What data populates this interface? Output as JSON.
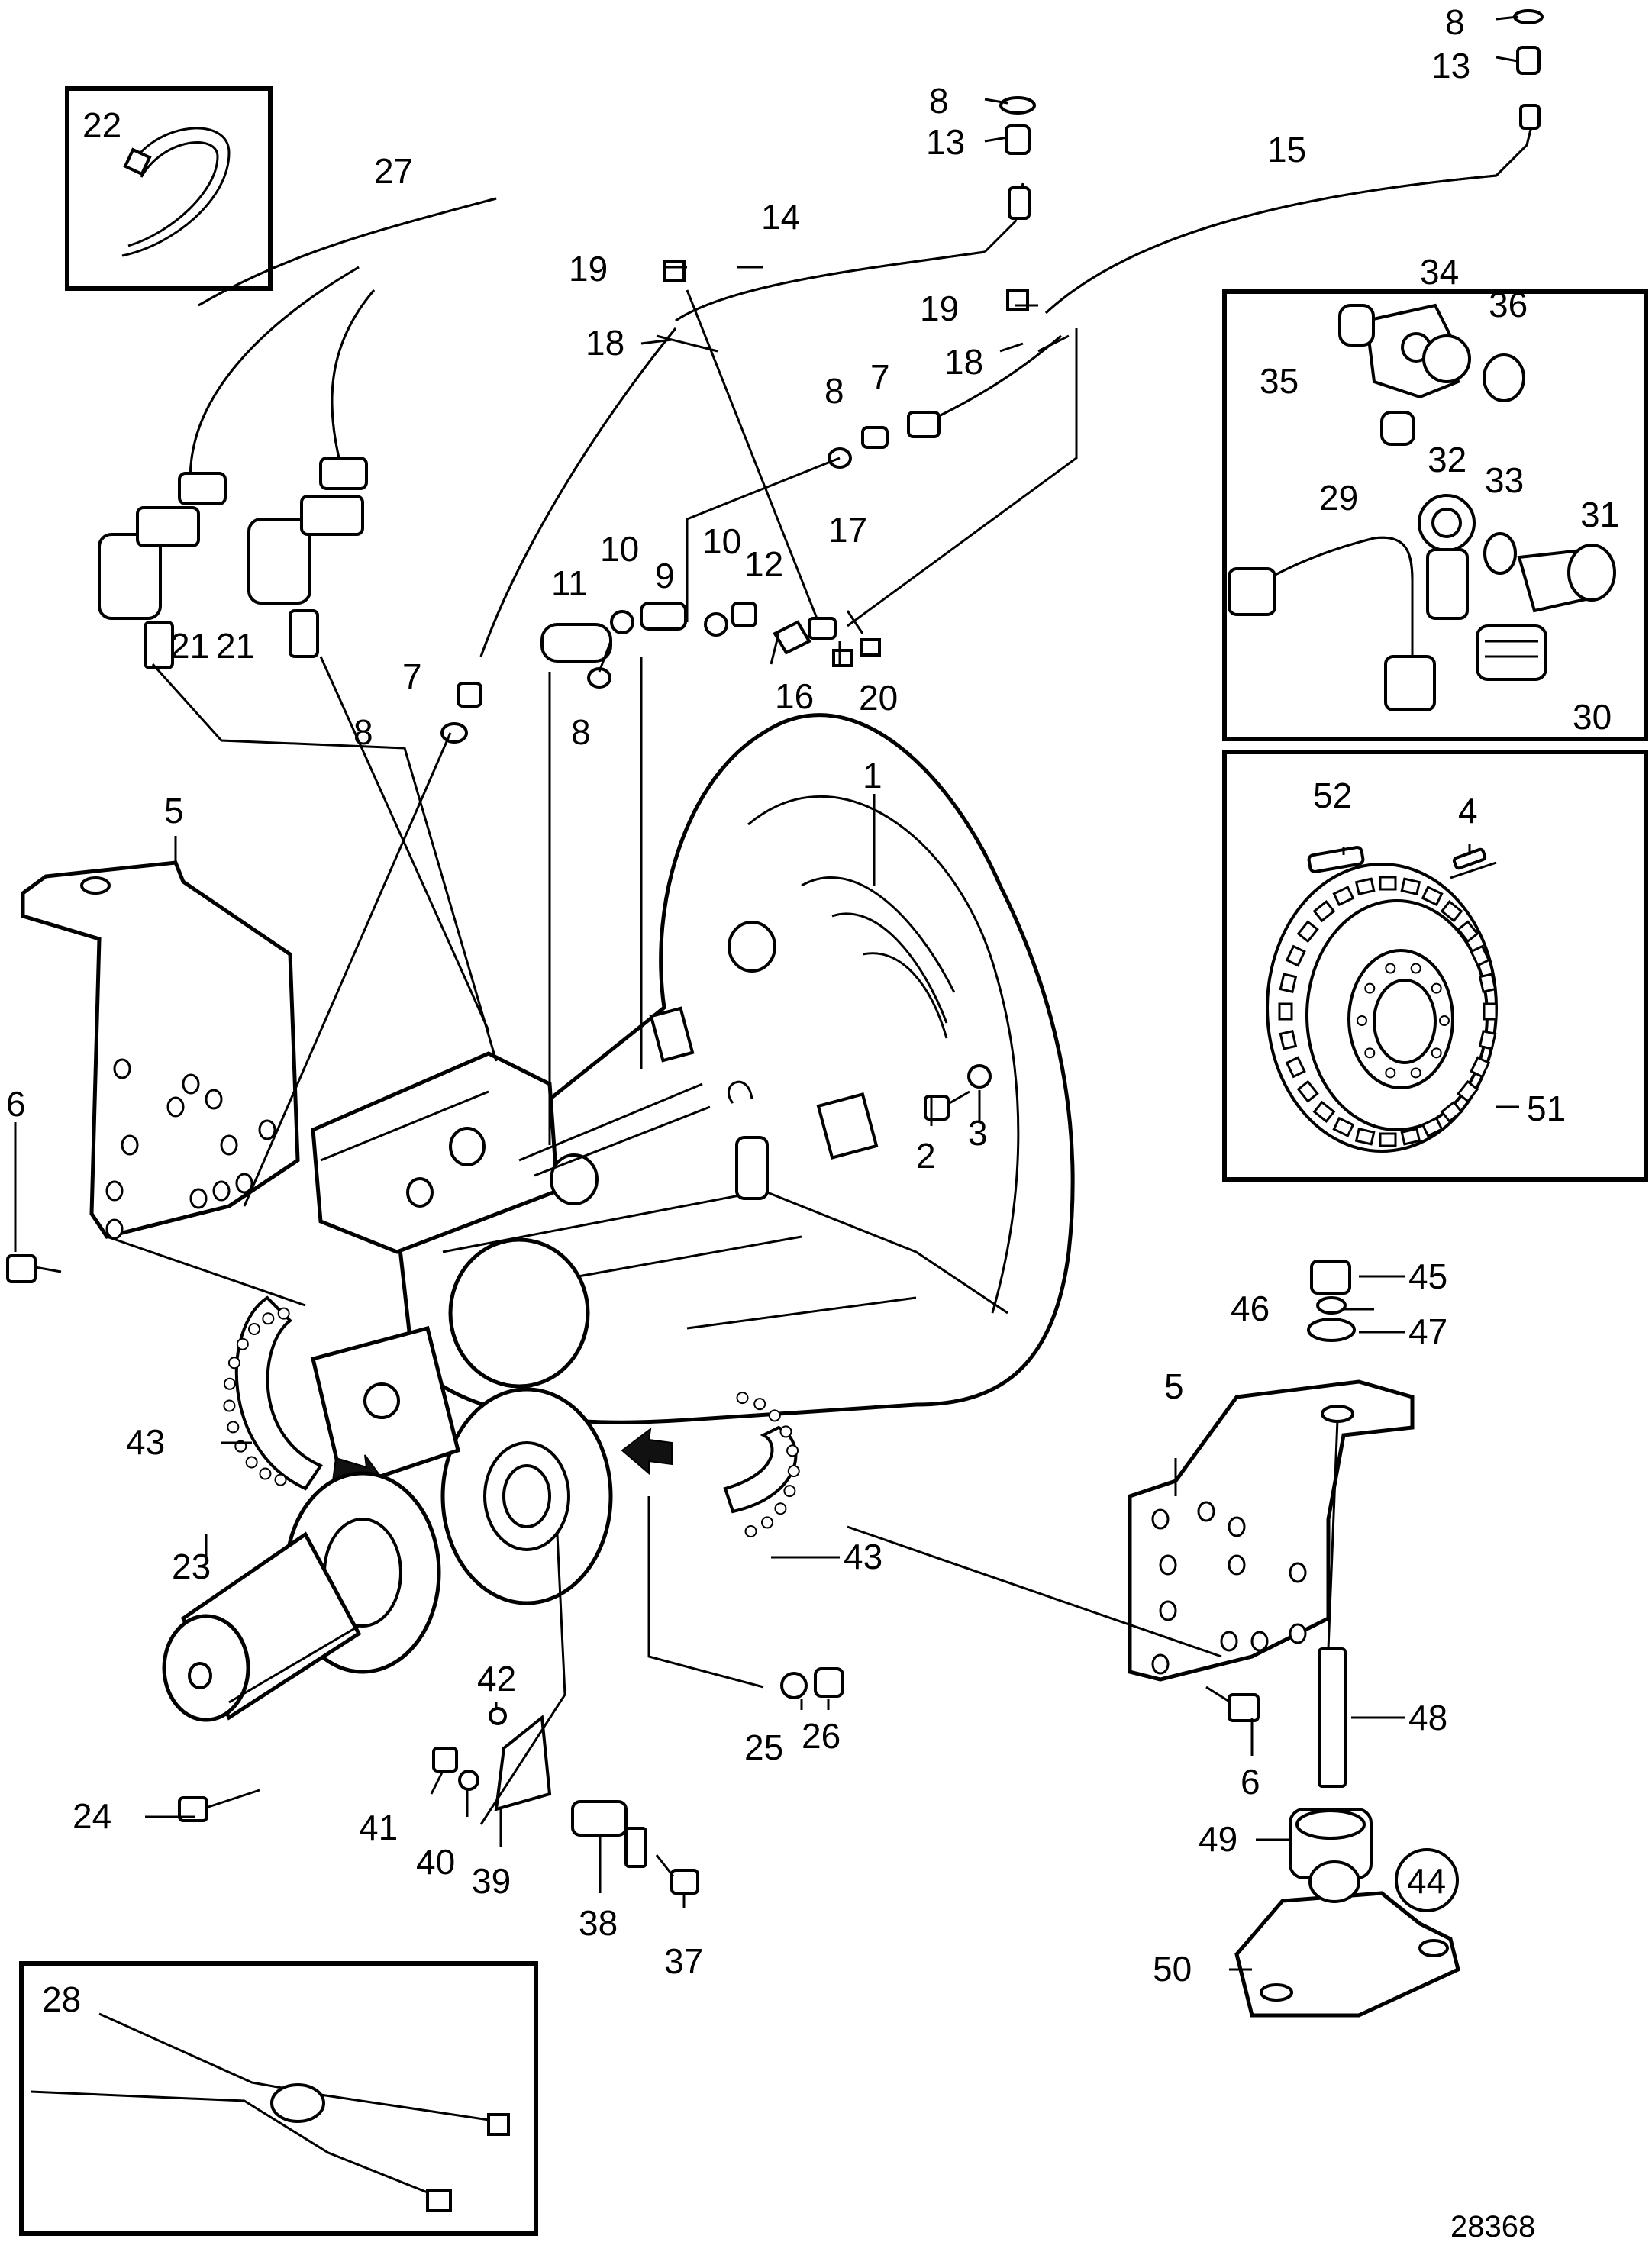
{
  "figure_reference": "28368",
  "callout_circled": "44",
  "callouts": {
    "c1": "1",
    "c2": "2",
    "c3": "3",
    "c4": "4",
    "c5a": "5",
    "c5b": "5",
    "c6a": "6",
    "c6b": "6",
    "c7a": "7",
    "c7b": "7",
    "c8a": "8",
    "c8b": "8",
    "c8c": "8",
    "c8d": "8",
    "c8e": "8",
    "c9": "9",
    "c10a": "10",
    "c10b": "10",
    "c11": "11",
    "c12": "12",
    "c13a": "13",
    "c13b": "13",
    "c14": "14",
    "c15": "15",
    "c16": "16",
    "c17": "17",
    "c18a": "18",
    "c18b": "18",
    "c19a": "19",
    "c19b": "19",
    "c20": "20",
    "c21a": "21",
    "c21b": "21",
    "c22": "22",
    "c23": "23",
    "c24": "24",
    "c25": "25",
    "c26": "26",
    "c27": "27",
    "c28": "28",
    "c29": "29",
    "c30": "30",
    "c31": "31",
    "c32": "32",
    "c33": "33",
    "c34": "34",
    "c35": "35",
    "c36": "36",
    "c37": "37",
    "c38": "38",
    "c39": "39",
    "c40": "40",
    "c41": "41",
    "c42": "42",
    "c43a": "43",
    "c43b": "43",
    "c45": "45",
    "c46": "46",
    "c47": "47",
    "c48": "48",
    "c49": "49",
    "c50": "50",
    "c51": "51",
    "c52": "52"
  }
}
